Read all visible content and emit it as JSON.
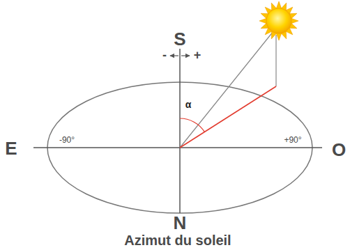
{
  "diagram": {
    "caption": "Azimut du soleil",
    "labels": [
      "S",
      "-",
      "+",
      "α",
      "E",
      "-90°",
      "+90°",
      "O",
      "N"
    ]
  }
}
